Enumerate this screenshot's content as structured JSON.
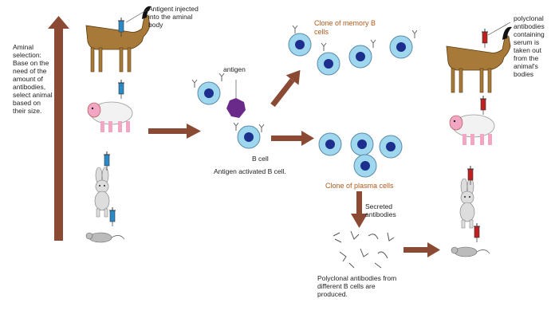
{
  "labels": {
    "selection": "Aminal selection: Base on the need of the amount of antibodies, select animal based on their size.",
    "antigen_injected": "Antigent injected into the aminal body",
    "antigen": "antigen",
    "b_cell": "B cell",
    "antigen_activated": "Antigen activated B cell.",
    "memory_clone": "Clone of memory B cells",
    "plasma_clone": "Clone of plasma cells",
    "secreted": "Secreted antibodies",
    "polyclonal_produced": "Polyclonal antibodies from different B cells are produced.",
    "serum_taken": "polyclonal antibodies containing serum is taken out from the animal's bodies"
  },
  "colors": {
    "arrow": "#8a4a33",
    "cell_fill": "#9fd8ee",
    "cell_stroke": "#5a8aa8",
    "nucleus": "#1d2f8c",
    "antigen": "#6a2a8a",
    "goat": "#a87a3a",
    "syringe_blue": "#2a8ac8",
    "syringe_red": "#c02020"
  },
  "icons": {
    "animals": [
      "goat-icon",
      "sheep-icon",
      "rabbit-icon",
      "mouse-icon"
    ],
    "cell": "b-cell-icon",
    "antibody": "antibody-icon",
    "syringe": "syringe-icon"
  }
}
